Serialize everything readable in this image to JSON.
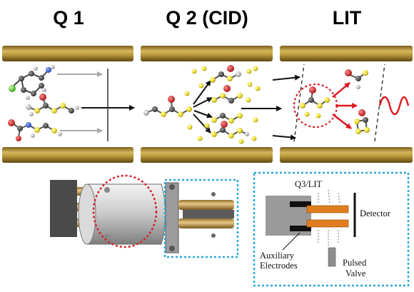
{
  "headers": {
    "q1": "Q 1",
    "q2": "Q 2 (CID)",
    "lit": "LIT"
  },
  "inset": {
    "title": "Q3/LIT",
    "detector": "Detector",
    "aux_line1": "Auxiliary",
    "aux_line2": "Electrodes",
    "valve_line1": "Pulsed",
    "valve_line2": "Valve"
  },
  "colors": {
    "rod": "#b8953a",
    "rod_dark": "#6d5417",
    "highlight_red": "#d8202a",
    "highlight_blue": "#2aa7d8",
    "fragment_yellow": "#f2e43a",
    "oxygen_red": "#d21c1c",
    "emission": "#e0161e",
    "electrode_orange": "#e07e1f"
  },
  "icons": [
    "molecule-icon",
    "fragment-icon",
    "sine-wave-icon"
  ]
}
